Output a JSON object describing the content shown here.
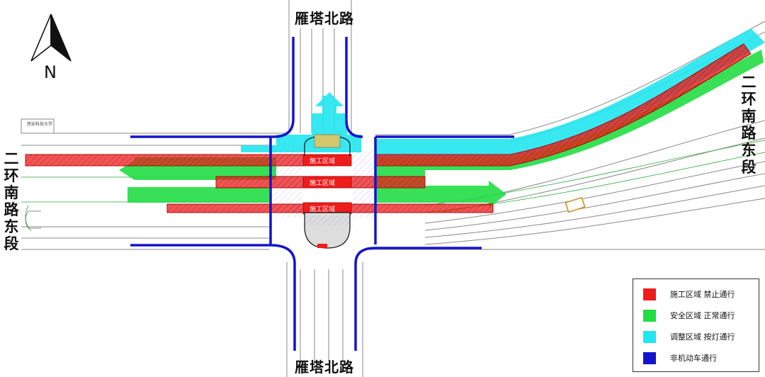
{
  "roads": {
    "north": "雁塔北路",
    "south": "雁塔北路",
    "west": "二环南路东段",
    "east": "二环南路东段"
  },
  "compass": {
    "letter": "N",
    "icon": "north-arrow-icon"
  },
  "landmark": "西安科技大学",
  "zone_labels": [
    "施工区域",
    "施工区域",
    "施工区域"
  ],
  "legend": {
    "items": [
      {
        "color": "#ee1c1c",
        "label": "施工区域 禁止通行"
      },
      {
        "color": "#22dd44",
        "label": "安全区域 正常通行"
      },
      {
        "color": "#22e6f0",
        "label": "调整区域 按灯通行"
      },
      {
        "color": "#1414cc",
        "label": "非机动车通行"
      }
    ]
  },
  "colors": {
    "construction": "#ee1c1c",
    "safe": "#22dd44",
    "adjust": "#22e6f0",
    "bike": "#1414cc",
    "road_line": "#888888"
  }
}
